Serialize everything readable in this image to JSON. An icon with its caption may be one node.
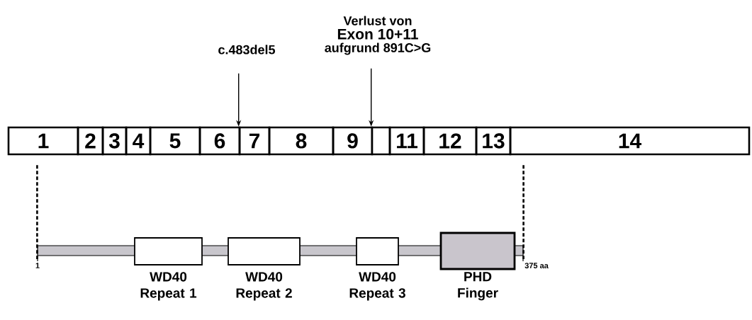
{
  "diagram": {
    "nodes": [
      {
        "text": [
          "1"
        ]
      },
      {
        "text": [
          "2"
        ]
      },
      {
        "text": [
          "3"
        ]
      },
      {
        "text": [
          "4"
        ]
      },
      {
        "text": [
          "5"
        ]
      },
      {
        "text": [
          "6"
        ]
      },
      {
        "text": [
          "7"
        ]
      },
      {
        "text": [
          "8"
        ]
      },
      {
        "text": [
          "9"
        ]
      },
      {
        "text": [],
        "shape": "box"
      },
      {
        "text": [
          "11"
        ]
      },
      {
        "text": [
          "12"
        ]
      },
      {
        "text": [
          "13"
        ]
      },
      {
        "text": [
          "14"
        ]
      },
      {
        "text": [],
        "shape": "bar",
        "beside": [
          "1",
          "375 aa"
        ]
      },
      {
        "text": [
          "WD40 Repeat 1"
        ]
      },
      {
        "text": [
          "WD40 Repeat 2"
        ]
      },
      {
        "text": [
          "WD40 Repeat 3"
        ]
      },
      {
        "text": [
          "PHD Finger"
        ]
      },
      {
        "text": [
          "c.483del5"
        ]
      },
      {
        "text": [
          "Verlust von",
          "Exon 10+11",
          "aufgrund 891C>G"
        ]
      }
    ],
    "edges": [
      {
        "from": 19,
        "to": 6,
        "arrow": "to"
      },
      {
        "from": 20,
        "to": 9,
        "arrow": "to"
      },
      {
        "from": 0,
        "to": 14,
        "arrow": "none",
        "style": "dashed"
      },
      {
        "from": 13,
        "to": 14,
        "arrow": "none",
        "style": "dashed"
      }
    ]
  }
}
